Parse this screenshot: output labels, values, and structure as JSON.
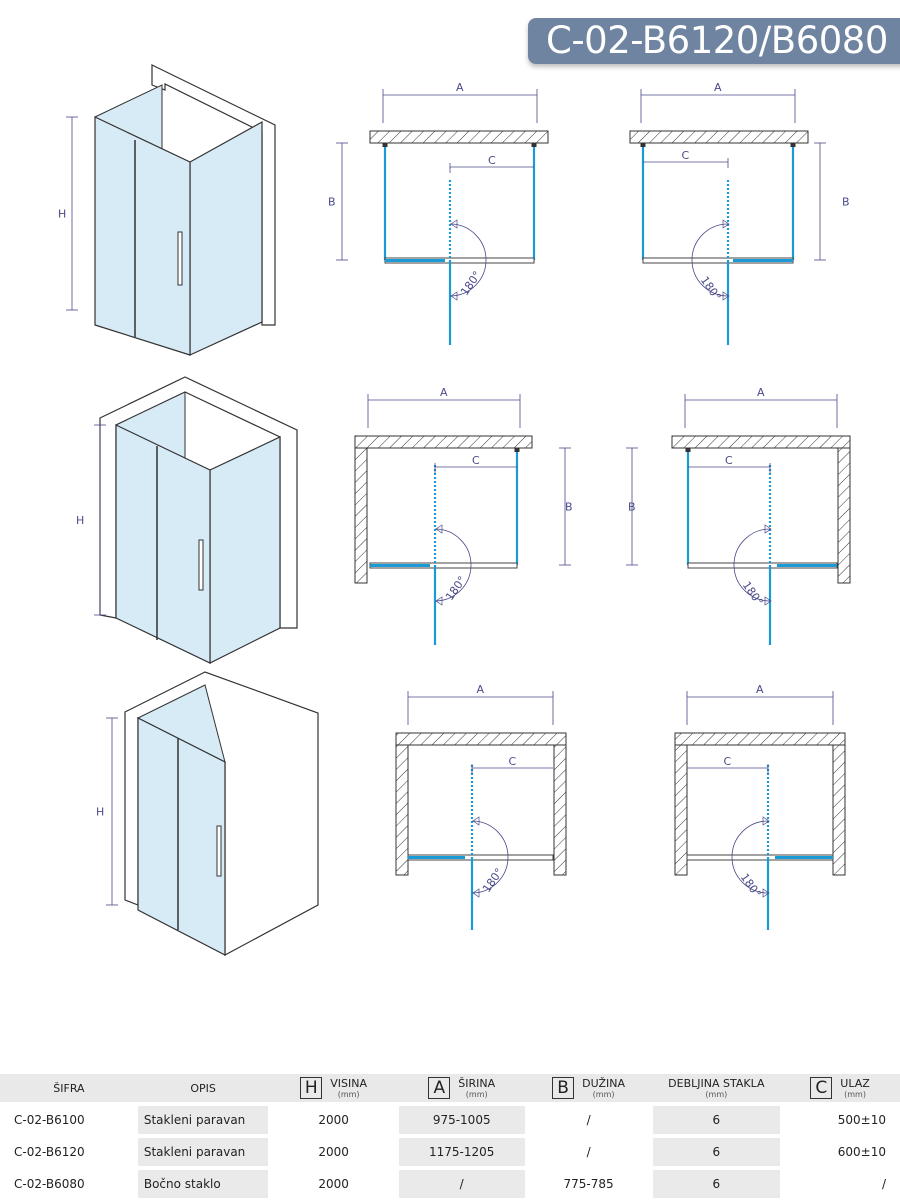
{
  "title": "C-02-B6120/B6080",
  "colors": {
    "badge": "#6f84a0",
    "glass": "#1a9ad6",
    "glass_fill": "#d7ebf6",
    "dimension": "#4a4a8a"
  },
  "drawing_labels": {
    "A": "A",
    "B": "B",
    "C": "C",
    "H": "H",
    "angle": "180°"
  },
  "table": {
    "headers": [
      {
        "label": "ŠIFRA"
      },
      {
        "label": "OPIS"
      },
      {
        "symbol": "H",
        "label": "VISINA",
        "unit": "(mm)"
      },
      {
        "symbol": "A",
        "label": "ŠIRINA",
        "unit": "(mm)"
      },
      {
        "symbol": "B",
        "label": "DUŽINA",
        "unit": "(mm)"
      },
      {
        "label": "DEBLJINA STAKLA",
        "unit": "(mm)"
      },
      {
        "symbol": "C",
        "label": "ULAZ",
        "unit": "(mm)"
      }
    ],
    "rows": [
      [
        "C-02-B6100",
        "Stakleni paravan",
        "2000",
        "975-1005",
        "/",
        "6",
        "500±10"
      ],
      [
        "C-02-B6120",
        "Stakleni paravan",
        "2000",
        "1175-1205",
        "/",
        "6",
        "600±10"
      ],
      [
        "C-02-B6080",
        "Bočno staklo",
        "2000",
        "/",
        "775-785",
        "6",
        "/"
      ]
    ]
  }
}
